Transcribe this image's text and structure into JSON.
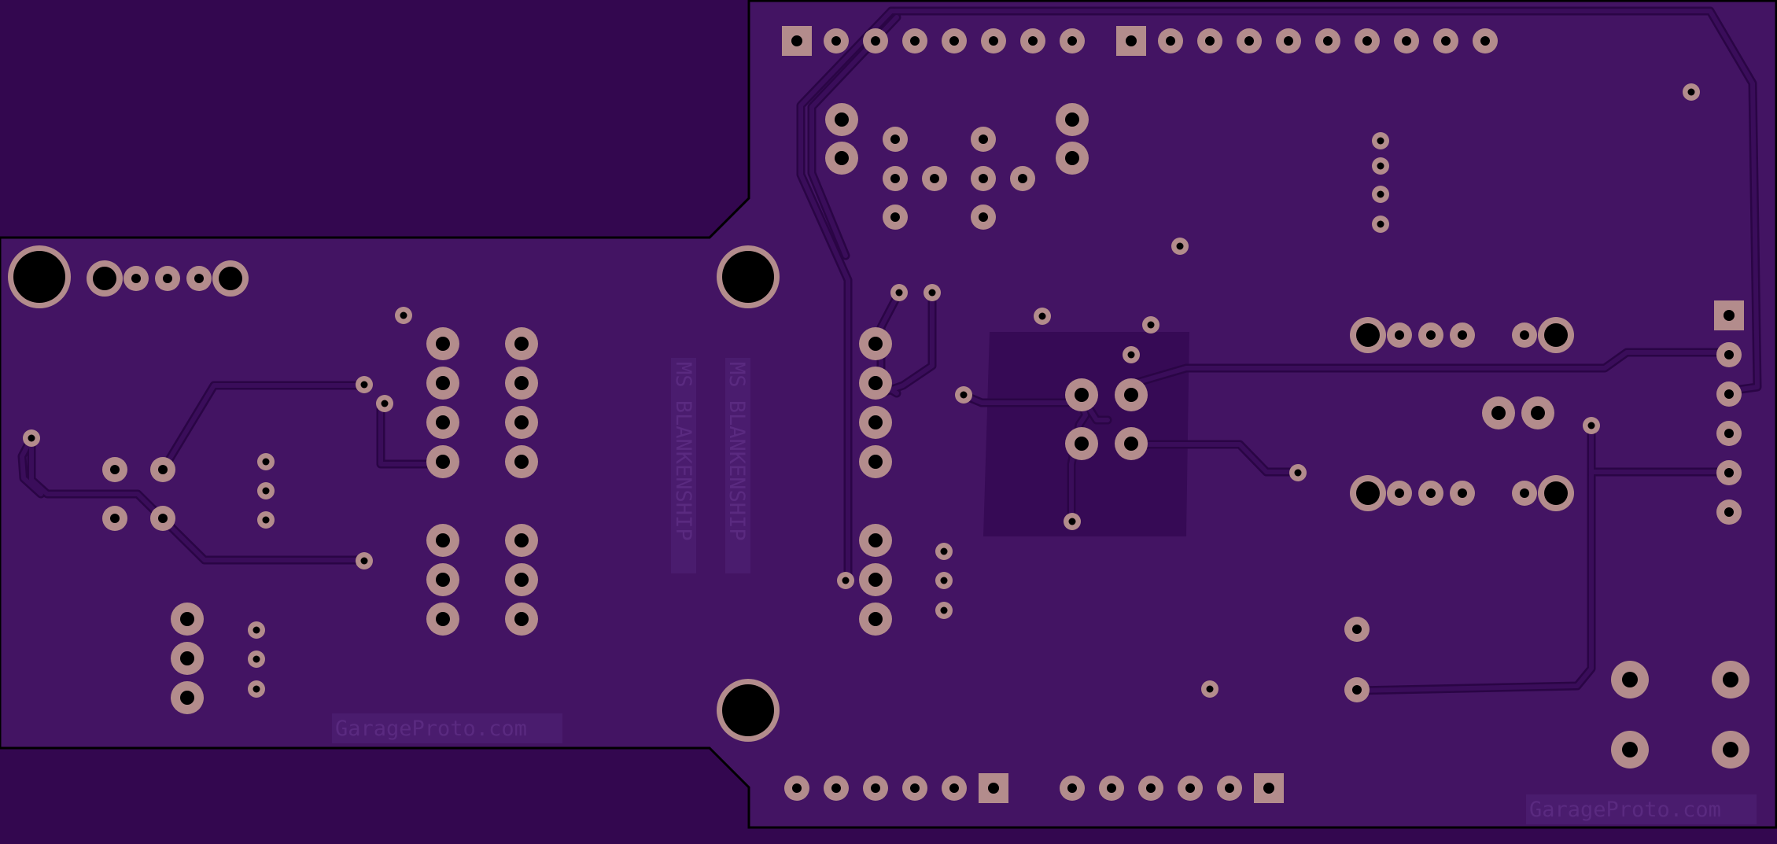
{
  "colors": {
    "background": "#33074f",
    "board": "#431463",
    "board_outline": "#000000",
    "trace": "#3a0d5a",
    "trace_edge": "#2a0545",
    "copper_pad": "#b38c8c",
    "drill_hole": "#000000",
    "ground_fill": "#360a55",
    "silkscreen_block": "#4a1c6e",
    "silkscreen_text": "#5a2a80"
  },
  "silkscreen": {
    "designer_label_1": "MS BLANKENSHIP",
    "designer_label_2": "MS BLANKENSHIP",
    "website_label_left": "GarageProto.com",
    "website_label_right": "GarageProto.com"
  },
  "board": {
    "component_count_visible": "pads and vias only"
  }
}
